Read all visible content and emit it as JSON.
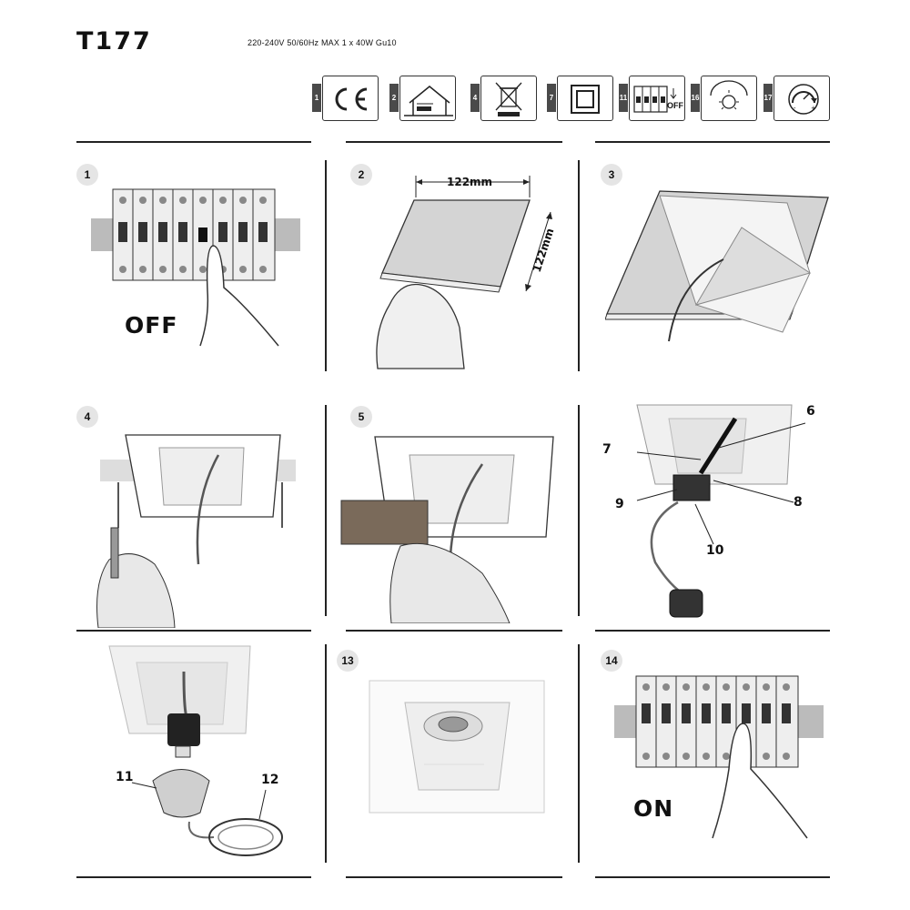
{
  "header": {
    "model": "T177",
    "specs": "220-240V   50/60Hz   MAX   1 x 40W   Gu10"
  },
  "badges": [
    {
      "num": "1",
      "icon": "ce-mark-icon"
    },
    {
      "num": "2",
      "icon": "house-installation-icon"
    },
    {
      "num": "4",
      "icon": "weee-bin-icon"
    },
    {
      "num": "7",
      "icon": "double-insulation-icon"
    },
    {
      "num": "11",
      "icon": "breaker-off-icon",
      "text": "OFF"
    },
    {
      "num": "16",
      "icon": "lamp-light-icon"
    },
    {
      "num": "17",
      "icon": "dimmer-icon"
    }
  ],
  "steps": [
    {
      "num": "1",
      "word": "OFF"
    },
    {
      "num": "2",
      "dim_top": "122mm",
      "dim_side": "122mm"
    },
    {
      "num": "3"
    },
    {
      "num": "4"
    },
    {
      "num": "5"
    },
    {
      "callouts": [
        "6",
        "7",
        "8",
        "9",
        "10"
      ]
    },
    {
      "callouts": [
        "11",
        "12"
      ]
    },
    {
      "num": "13"
    },
    {
      "num": "14",
      "word": "ON"
    }
  ],
  "colors": {
    "line": "#222222",
    "badge_num": "#4a4a4a",
    "step_circle": "#e5e5e5"
  }
}
